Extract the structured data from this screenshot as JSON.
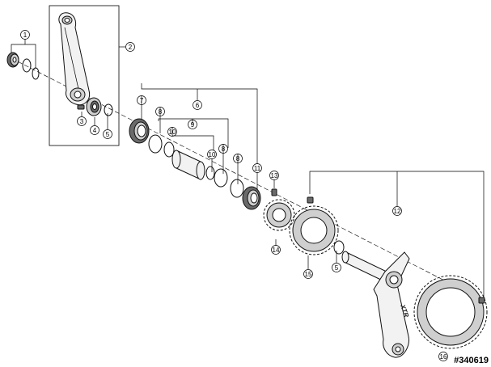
{
  "callouts": [
    {
      "id": "c1",
      "label": "1"
    },
    {
      "id": "c2",
      "label": "2"
    },
    {
      "id": "c3",
      "label": "3"
    },
    {
      "id": "c4",
      "label": "4"
    },
    {
      "id": "c5a",
      "label": "5"
    },
    {
      "id": "c5b",
      "label": "5"
    },
    {
      "id": "c6",
      "label": "6"
    },
    {
      "id": "c7",
      "label": "7"
    },
    {
      "id": "c8a",
      "label": "8"
    },
    {
      "id": "c8b",
      "label": "8"
    },
    {
      "id": "c8c",
      "label": "8"
    },
    {
      "id": "c9",
      "label": "9"
    },
    {
      "id": "c10a",
      "label": "10"
    },
    {
      "id": "c10b",
      "label": "10"
    },
    {
      "id": "c11",
      "label": "11"
    },
    {
      "id": "c12",
      "label": "12"
    },
    {
      "id": "c13",
      "label": "13"
    },
    {
      "id": "c14",
      "label": "14"
    },
    {
      "id": "c15",
      "label": "15"
    },
    {
      "id": "c16",
      "label": "16"
    }
  ],
  "brand_mark": "XTR",
  "reference_code": "#340619"
}
